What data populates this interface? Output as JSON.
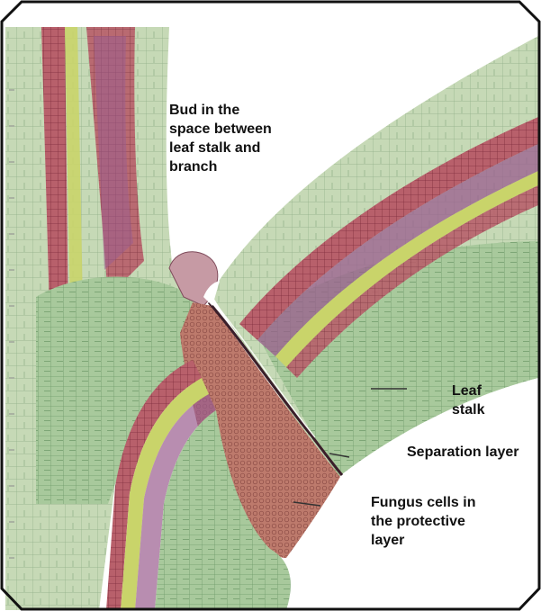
{
  "labels": {
    "bud": "Bud in the\nspace between\nleaf stalk and\nbranch",
    "leaf_stalk": "Leaf\nstalk",
    "separation_layer": "Separation layer",
    "fungus_cells": "Fungus cells in\nthe protective\nlayer"
  },
  "colors": {
    "tissue_green": "#9fc497",
    "tissue_pale": "#c4d7b4",
    "vascular_red": "#b24a57",
    "vascular_purple": "#9a5c8e",
    "vascular_yellow": "#c9d46a",
    "protective_brown": "#b76e63",
    "frame": "#111111",
    "background": "#ffffff"
  }
}
